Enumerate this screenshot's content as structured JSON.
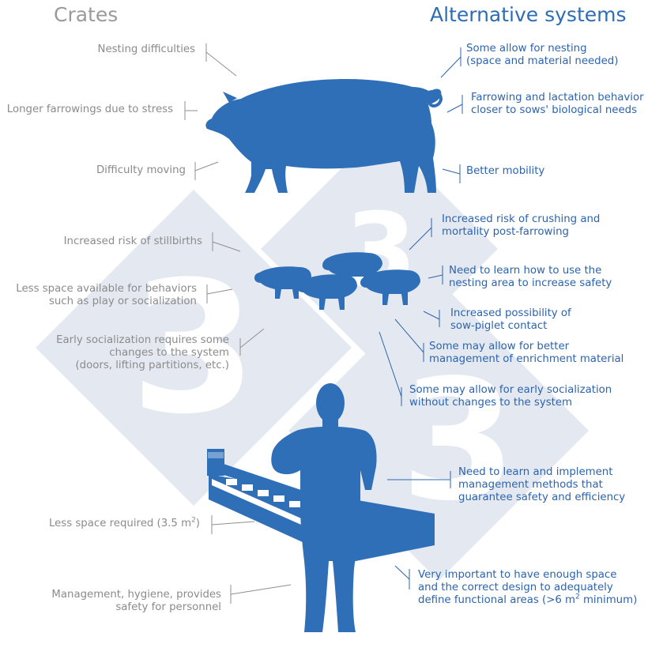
{
  "titles": {
    "crates": "Crates",
    "alternative": "Alternative systems"
  },
  "crates": {
    "nesting": "Nesting difficulties",
    "farrowing": "Longer farrowings due to stress",
    "moving": "Difficulty moving",
    "stillbirths": "Increased risk of stillbirths",
    "space_line1": "Less space available for behaviors",
    "space_line2": "such as play or socialization",
    "social_line1": "Early socialization requires some",
    "social_line2": "changes to the system",
    "social_line3": "(doors, lifting partitions, etc.)",
    "less_space_text": "Less space required (3.5 m",
    "less_space_sup": "2",
    "less_space_close": ")",
    "mgmt_line1": "Management, hygiene, provides",
    "mgmt_line2": "safety for personnel"
  },
  "alternative": {
    "nesting_line1": "Some allow for nesting",
    "nesting_line2": "(space and material needed)",
    "behavior_line1": "Farrowing and lactation behavior",
    "behavior_line2": "closer to sows' biological needs",
    "mobility": "Better mobility",
    "crushing_line1": "Increased risk of crushing and",
    "crushing_line2": "mortality post-farrowing",
    "learn_line1": "Need to learn how to use the",
    "learn_line2": "nesting area to increase safety",
    "contact_line1": "Increased possibility of",
    "contact_line2": "sow-piglet contact",
    "enrich_line1": "Some may allow for better",
    "enrich_line2": "management of enrichment material",
    "early_line1": "Some may allow for early socialization",
    "early_line2": "without changes to the system",
    "impl_line1": "Need to learn and implement",
    "impl_line2": "management methods that",
    "impl_line3": "guarantee safety and efficiency",
    "space_line1": "Very important to have enough space",
    "space_line2": "and the correct design to adequately",
    "space_line3": "define functional areas (>6 m",
    "space_sup": "2",
    "space_line3_end": " minimum)"
  },
  "colors": {
    "silhouette": "#2f6fb7",
    "watermark": "#e4e9f1",
    "crates_text": "#8b8b8b",
    "alt_text": "#2c64ad",
    "alt_title": "#2e6db6"
  },
  "icons": {
    "sow": "sow-silhouette-icon",
    "piglets": "piglet-silhouette-icon",
    "person": "farmer-silhouette-icon",
    "crate": "farrowing-crate-icon",
    "watermark": "333-logo-watermark"
  },
  "watermark_text": [
    "3",
    "3",
    "3"
  ]
}
